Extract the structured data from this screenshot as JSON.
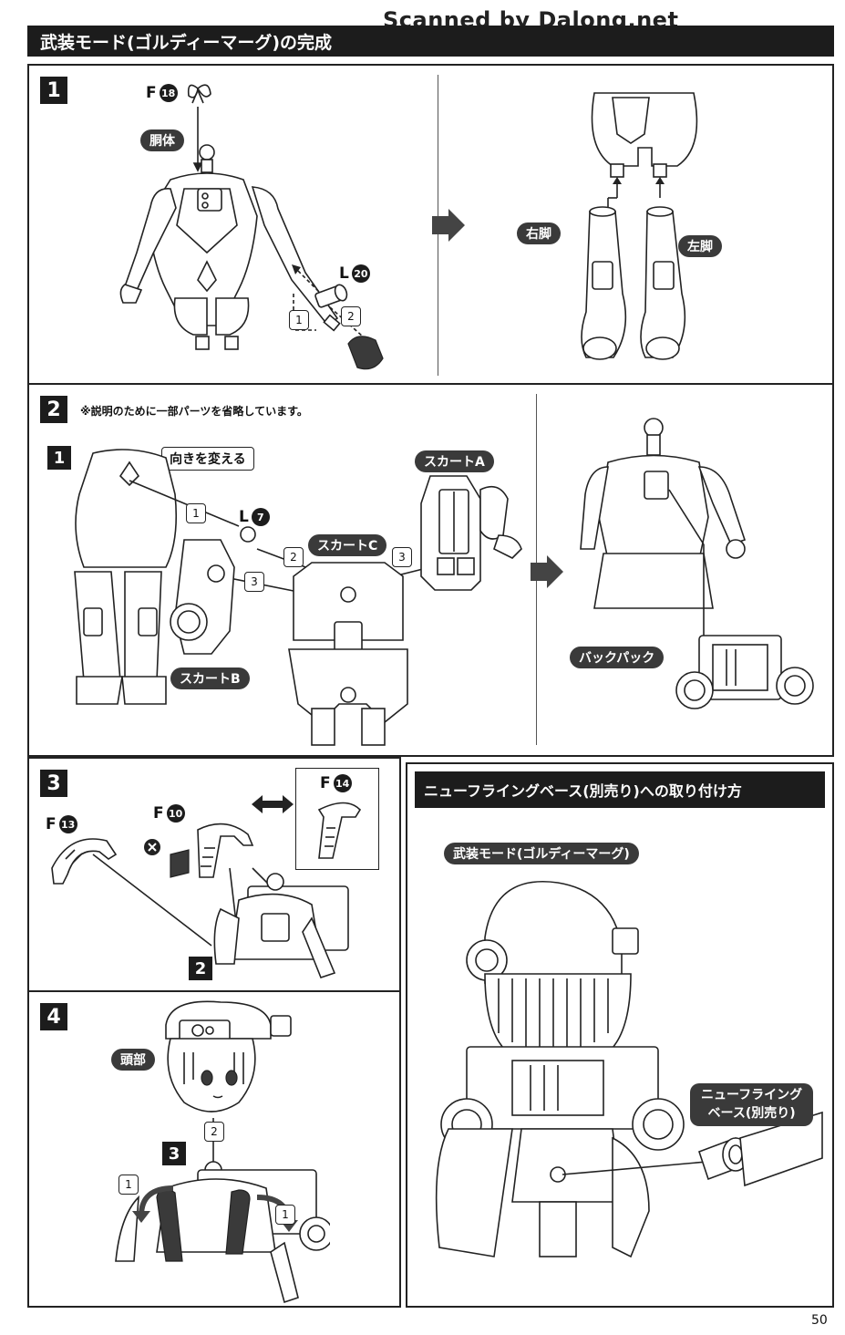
{
  "watermark": "Scanned by Dalong.net",
  "section_title": "武装モード(ゴルディーマーグ)の完成",
  "page_number": "50",
  "step1": {
    "num": "1",
    "part_f": "F",
    "part_f_num": "18",
    "part_l": "L",
    "part_l_num": "20",
    "torso": "胴体",
    "right_leg": "右脚",
    "left_leg": "左脚",
    "order1": "1",
    "order2": "2"
  },
  "step2": {
    "num": "2",
    "note": "※説明のために一部パーツを省略しています。",
    "sub": "1",
    "change_dir": "向きを変える",
    "part_l": "L",
    "part_l_num": "7",
    "skirt_a": "スカートA",
    "skirt_b": "スカートB",
    "skirt_c": "スカートC",
    "backpack": "バックパック",
    "order1": "1",
    "order2": "2",
    "order3a": "3",
    "order3b": "3"
  },
  "step3": {
    "num": "3",
    "part_f": "F",
    "f13": "13",
    "f10": "10",
    "f14": "14",
    "ref": "2"
  },
  "step4": {
    "num": "4",
    "head": "頭部",
    "ref": "3",
    "order1a": "1",
    "order1b": "1",
    "order2": "2"
  },
  "base_panel": {
    "title": "ニューフライングベース(別売り)への取り付け方",
    "mode_label": "武装モード(ゴルディーマーグ)",
    "base_label_line1": "ニューフライング",
    "base_label_line2": "ベース(別売り)"
  }
}
